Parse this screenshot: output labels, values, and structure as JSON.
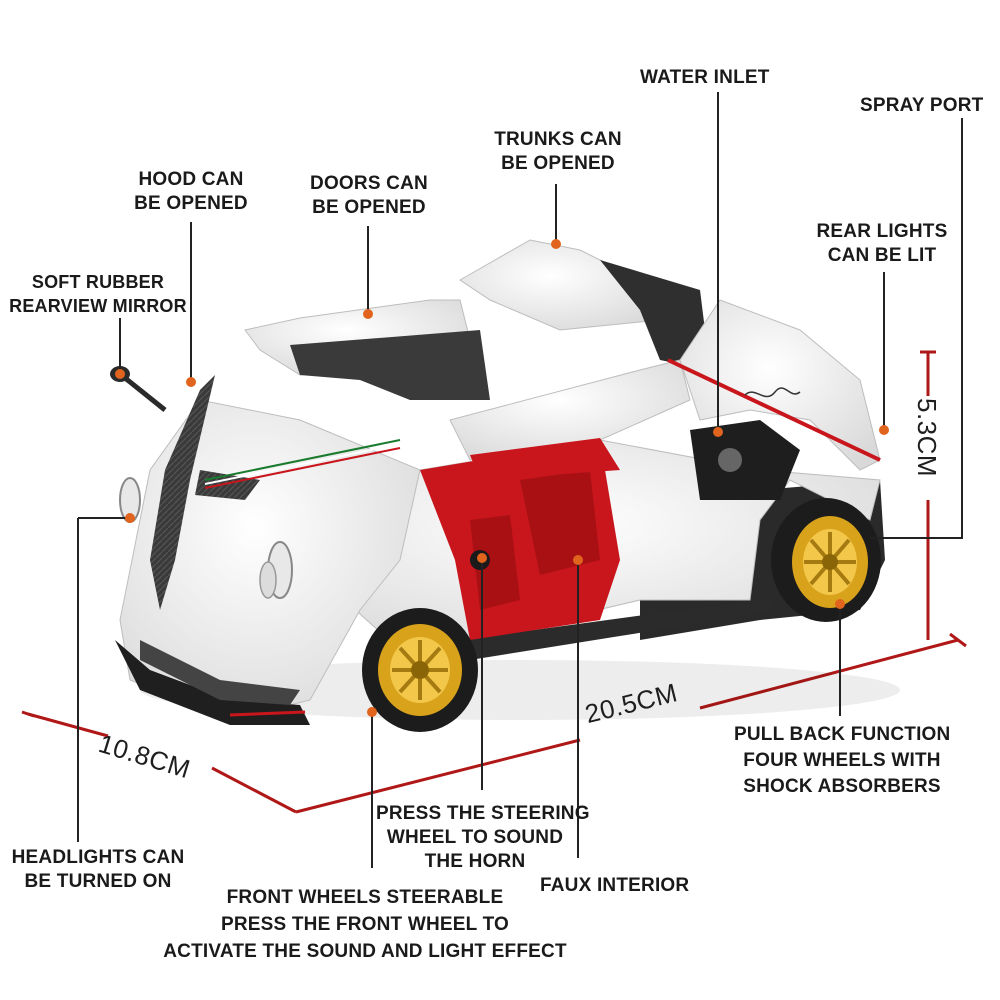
{
  "labels": {
    "water_inlet": "WATER INLET",
    "spray_port": "SPRAY PORT",
    "trunks": [
      "TRUNKS CAN",
      "BE OPENED"
    ],
    "hood": [
      "HOOD CAN",
      "BE OPENED"
    ],
    "doors": [
      "DOORS CAN",
      "BE OPENED"
    ],
    "rear_lights": [
      "REAR LIGHTS",
      "CAN BE LIT"
    ],
    "mirror": [
      "SOFT RUBBER",
      "REARVIEW MIRROR"
    ],
    "pull_back": [
      "PULL BACK FUNCTION",
      "FOUR WHEELS WITH",
      "SHOCK ABSORBERS"
    ],
    "steering_horn": [
      "PRESS THE STEERING",
      "WHEEL TO SOUND",
      "THE HORN"
    ],
    "headlights": [
      "HEADLIGHTS CAN",
      "BE TURNED ON"
    ],
    "faux_interior": "FAUX INTERIOR",
    "front_wheels": [
      "FRONT WHEELS STEERABLE",
      "PRESS THE FRONT WHEEL TO",
      "ACTIVATE THE SOUND AND LIGHT EFFECT"
    ]
  },
  "dimensions": {
    "length": "20.5CM",
    "width": "10.8CM",
    "height": "5.3CM"
  },
  "colors": {
    "body": "#f2f2f0",
    "carbon": "#3a3a3a",
    "interior": "#c8161c",
    "rim": "#d9a21b",
    "tire": "#1c1c1c",
    "dimension_line": "#b01818",
    "callout_line": "#222222",
    "dot": "#e0641e"
  }
}
